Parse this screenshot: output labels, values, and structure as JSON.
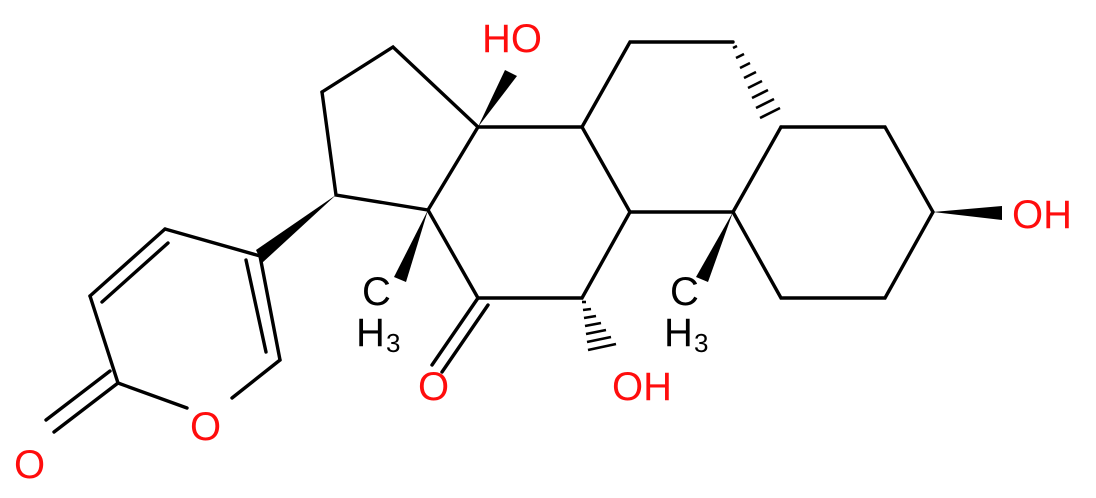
{
  "molecule": {
    "atom_labels": {
      "oh_top": "HO",
      "oh_right": "OH",
      "oh_bottom": "OH",
      "ketone_o": "O",
      "ring_o": "O",
      "lactone_o": "O",
      "methyl_left_c": "C",
      "methyl_left_h": "H",
      "methyl_left_sub": "3",
      "methyl_right_c": "C",
      "methyl_right_h": "H",
      "methyl_right_sub": "3"
    },
    "colors": {
      "carbon": "#000000",
      "oxygen": "#ff0d0d"
    }
  }
}
